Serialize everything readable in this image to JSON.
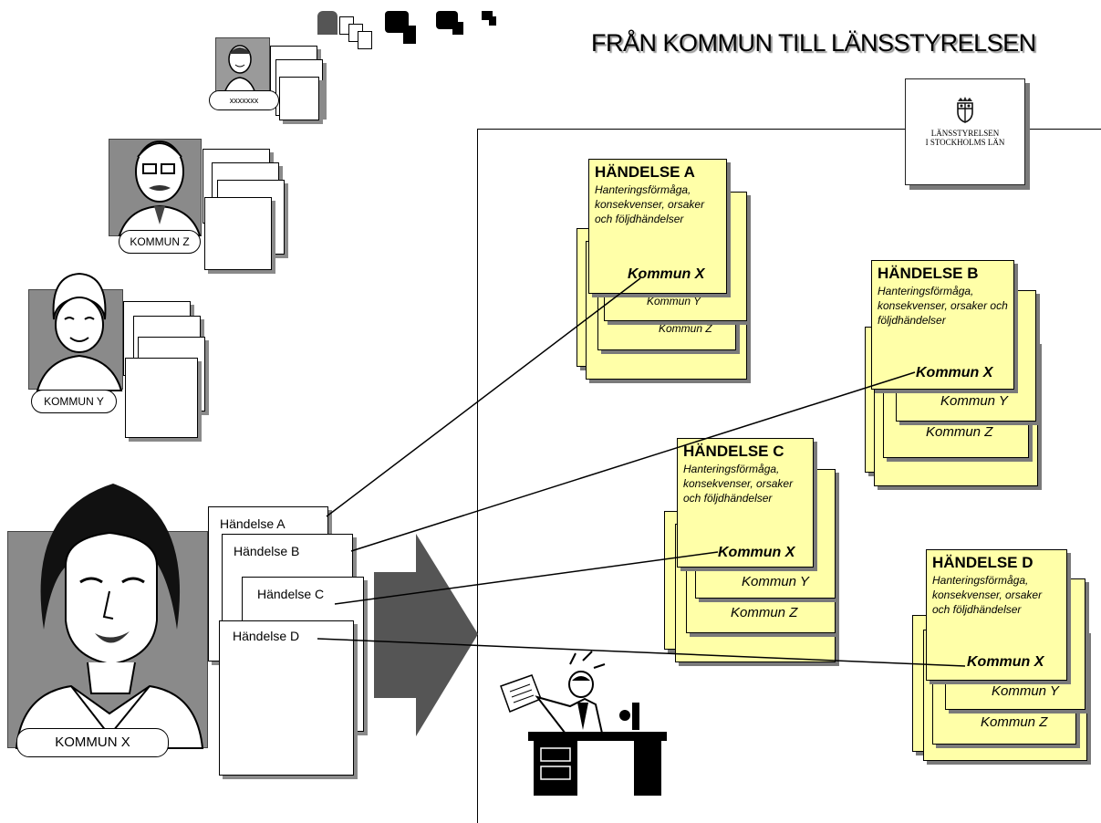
{
  "title": "FRÅN KOMMUN TILL LÄNSSTYRELSEN",
  "logo": {
    "line1": "LÄNSSTYRELSEN",
    "line2": "I STOCKHOLMS LÄN"
  },
  "people": {
    "top_label": "xxxxxxx",
    "z_label": "KOMMUN Z",
    "y_label": "KOMMUN Y",
    "x_label": "KOMMUN X"
  },
  "documents": {
    "a": "Händelse A",
    "b": "Händelse B",
    "c": "Händelse C",
    "d": "Händelse D"
  },
  "events": [
    {
      "title": "HÄNDELSE A",
      "desc": "Hanteringsförmåga, konsekvenser, orsaker och följdhändelser",
      "kx": "Kommun X",
      "ky": "Kommun Y",
      "kz": "Kommun Z"
    },
    {
      "title": "HÄNDELSE B",
      "desc": "Hanteringsförmåga, konsekvenser, orsaker och följdhändelser",
      "kx": "Kommun X",
      "ky": "Kommun Y",
      "kz": "Kommun  Z"
    },
    {
      "title": "HÄNDELSE C",
      "desc": "Hanteringsförmåga, konsekvenser, orsaker och följdhändelser",
      "kx": "Kommun X",
      "ky": "Kommun Y",
      "kz": "Kommun Z"
    },
    {
      "title": "HÄNDELSE D",
      "desc": "Hanteringsförmåga, konsekvenser, orsaker och följdhändelser",
      "kx": "Kommun X",
      "ky": "Kommun Y",
      "kz": "Kommun Z"
    }
  ],
  "colors": {
    "yellow_card": "#ffffa8",
    "shadow": "#7a7a7a",
    "arrow": "#555555"
  }
}
